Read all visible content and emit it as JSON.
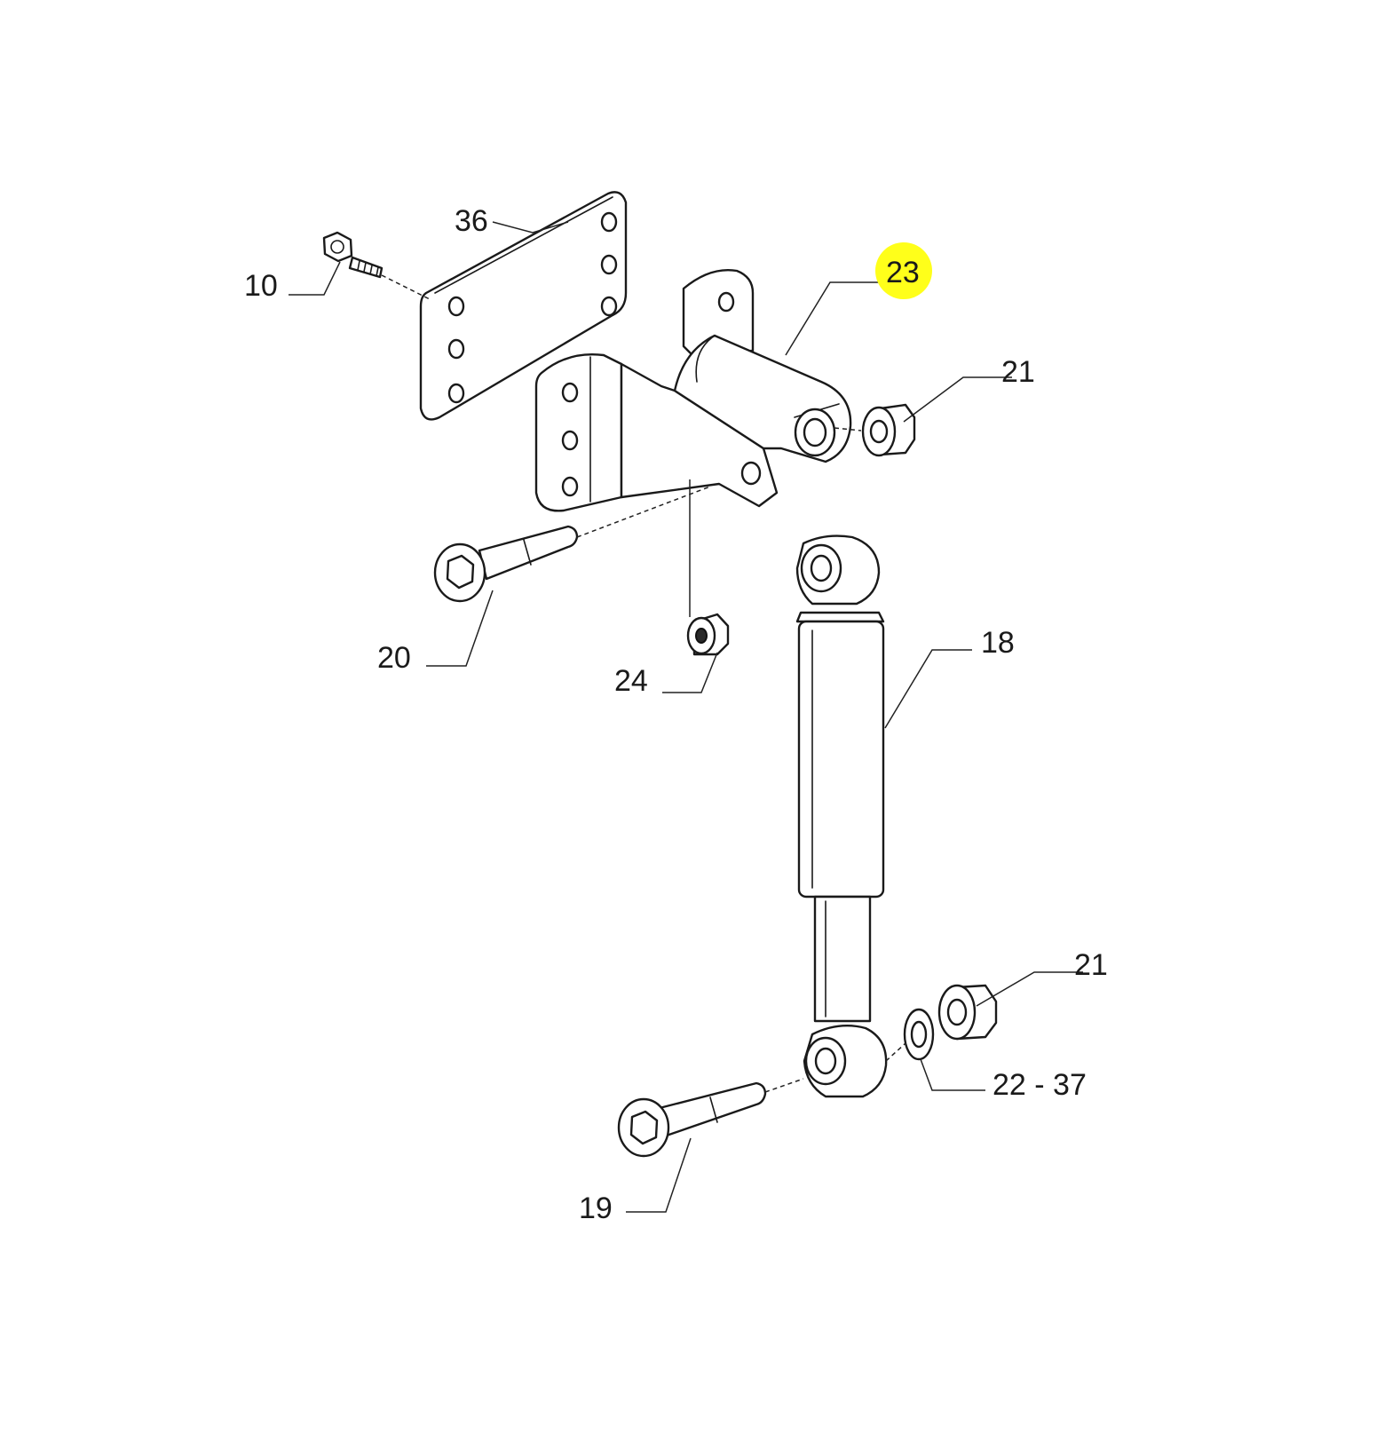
{
  "callouts": [
    {
      "id": "c10",
      "label": "10"
    },
    {
      "id": "c36",
      "label": "36"
    },
    {
      "id": "c23",
      "label": "23",
      "highlighted": true
    },
    {
      "id": "c21a",
      "label": "21"
    },
    {
      "id": "c20",
      "label": "20"
    },
    {
      "id": "c24",
      "label": "24"
    },
    {
      "id": "c18",
      "label": "18"
    },
    {
      "id": "c21b",
      "label": "21"
    },
    {
      "id": "c2237",
      "label": "22 - 37"
    },
    {
      "id": "c19",
      "label": "19"
    }
  ],
  "colors": {
    "highlight": "#ffff1a",
    "line": "#1a1a1a",
    "background": "#ffffff"
  }
}
